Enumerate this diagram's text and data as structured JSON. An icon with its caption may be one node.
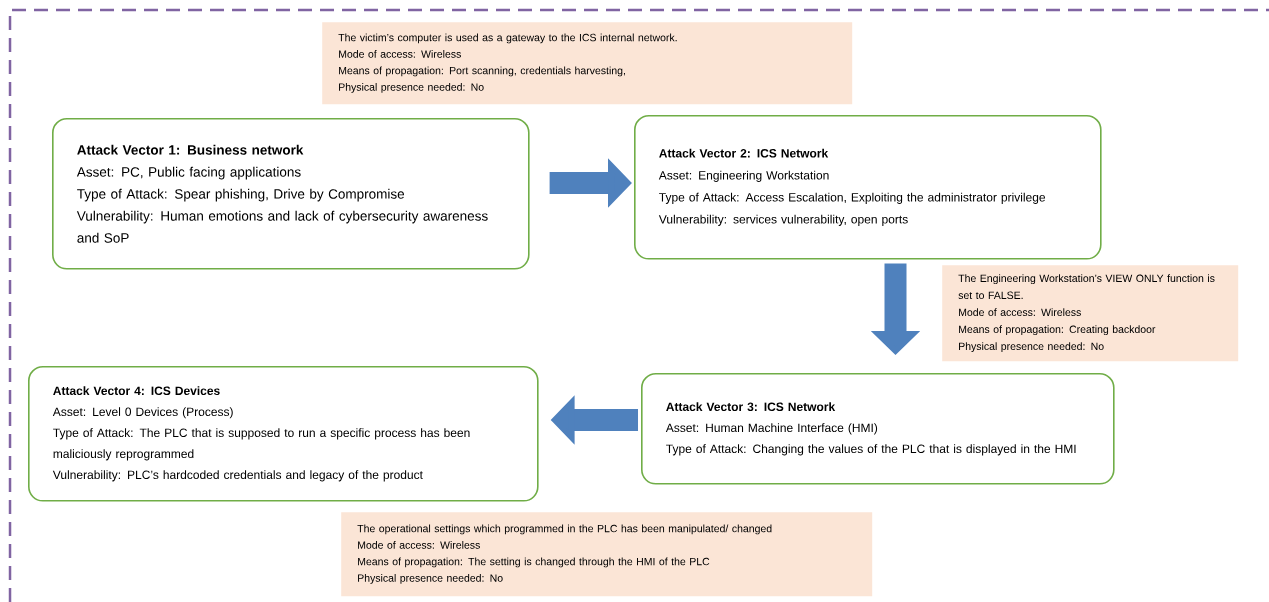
{
  "diagram": {
    "nodes": [
      {
        "text": [
          "The victim’s computer is used as a gateway to the ICS internal network.",
          "Mode of access: Wireless",
          "Means of propagation: Port scanning, credentials harvesting,",
          "Physical presence needed: No"
        ]
      },
      {
        "text": [
          "Attack Vector 1: Business network",
          "Asset: PC, Public facing applications",
          "Type of Attack: Spear phishing, Drive by Compromise",
          "Vulnerability: Human emotions and lack of cybersecurity awareness and SoP"
        ]
      },
      {
        "text": [
          "Attack Vector 2: ICS Network",
          "Asset: Engineering Workstation",
          "Type of Attack: Access Escalation, Exploiting the administrator privilege",
          "Vulnerability: services vulnerability, open ports"
        ]
      },
      {
        "text": [
          "The Engineering Workstation’s VIEW ONLY function is set to FALSE.",
          "Mode of access: Wireless",
          "Means of propagation: Creating backdoor",
          "Physical presence needed: No"
        ]
      },
      {
        "text": [
          "Attack Vector 4: ICS Devices",
          "Asset: Level 0 Devices (Process)",
          "Type of Attack: The PLC that is supposed to run a specific process has been maliciously reprogrammed",
          "Vulnerability: PLC’s hardcoded credentials and legacy of the product"
        ]
      },
      {
        "text": [
          "Attack Vector 3: ICS Network",
          "Asset: Human Machine Interface (HMI)",
          "Type of Attack: Changing the values of the PLC that is displayed in the HMI"
        ]
      },
      {
        "text": [
          "The operational settings which programmed in the PLC has been manipulated/ changed",
          "Mode of access: Wireless",
          "Means of propagation: The setting is changed through the HMI of the PLC",
          "Physical presence needed: No"
        ]
      }
    ],
    "edges": [
      {
        "from": 1,
        "to": 2,
        "arrow": "to"
      },
      {
        "from": 2,
        "to": 5,
        "arrow": "to"
      },
      {
        "from": 5,
        "to": 4,
        "arrow": "to"
      }
    ]
  }
}
